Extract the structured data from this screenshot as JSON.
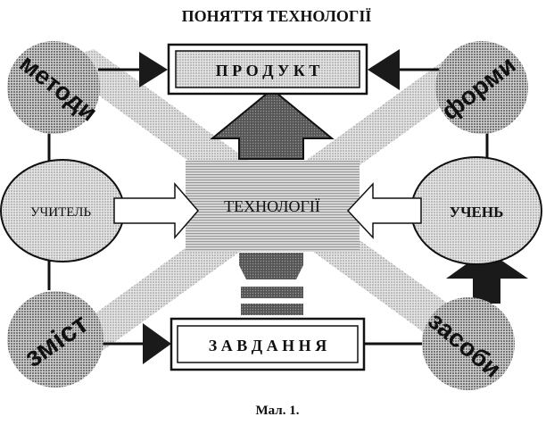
{
  "title": "ПОНЯТТЯ ТЕХНОЛОГІЇ",
  "caption": "Мал. 1.",
  "boxes": {
    "product": "П Р О Д У К Т",
    "technology": "ТЕХНОЛОГІЇ",
    "task": "З А В Д А Н Н Я"
  },
  "ellipses": {
    "teacher": "УЧИТЕЛЬ",
    "student": "УЧЕНЬ"
  },
  "circles": {
    "methods": "методи",
    "forms": "форми",
    "content": "зміст",
    "means": "засоби"
  },
  "colors": {
    "ink": "#111111",
    "arrow_dark": "#6a6a6a",
    "arrow_black": "#1a1a1a",
    "halftone": "#c8c8c8"
  }
}
